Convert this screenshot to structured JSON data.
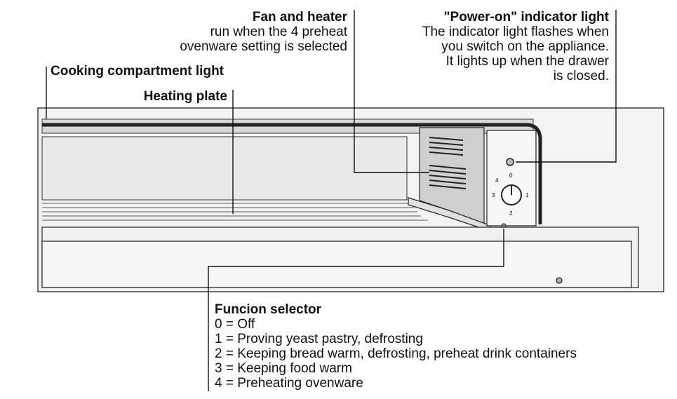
{
  "callouts": {
    "fan_heater": {
      "title": "Fan and heater",
      "lines": [
        "run when the 4 preheat",
        "ovenware setting is selected"
      ]
    },
    "power_on": {
      "title": "\"Power-on\" indicator light",
      "lines": [
        "The indicator light flashes when",
        "you switch on the appliance.",
        "It lights up when the drawer",
        "is closed."
      ]
    },
    "compartment_light": {
      "title": "Cooking compartment light"
    },
    "heating_plate": {
      "title": "Heating plate"
    },
    "function_selector": {
      "title": "Funcion selector",
      "lines": [
        "0 = Off",
        "1 = Proving yeast pastry, defrosting",
        "2 = Keeping bread warm, defrosting, preheat drink containers",
        "3 = Keeping food warm",
        "4 = Preheating ovenware"
      ]
    }
  },
  "dial": {
    "marks": [
      "0",
      "1",
      "2",
      "3",
      "4"
    ]
  }
}
